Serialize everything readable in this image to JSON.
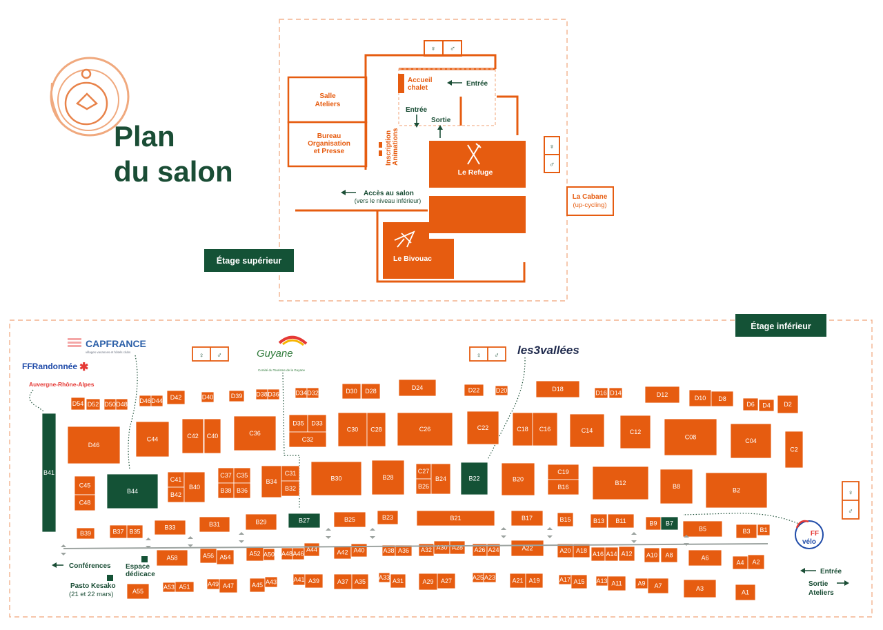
{
  "title": {
    "line1": "Plan",
    "line2": "du salon"
  },
  "colors": {
    "orange": "#e65c10",
    "green": "#145236",
    "dash": "#f3b28d"
  },
  "upper": {
    "badge": "Étage supérieur",
    "salle": [
      "Salle",
      "Ateliers"
    ],
    "bureau": [
      "Bureau",
      "Organisation",
      "et Presse"
    ],
    "accueil": [
      "Accueil",
      "chalet"
    ],
    "entree1": "Entrée",
    "entree2": "Entrée",
    "sortie": "Sortie",
    "inscription": [
      "Inscription",
      "Animations"
    ],
    "refuge": "Le Refuge",
    "bivouac": "Le Bivouac",
    "acces": "Accès au salon",
    "acces_sub": "(vers le niveau inférieur)",
    "cabane": "La Cabane",
    "cabane_sub": "(up-cycling)"
  },
  "lower": {
    "badge": "Étage inférieur",
    "conferences": "Conférences",
    "espace": [
      "Espace",
      "dédicace"
    ],
    "pasto": "Pasto Kesako",
    "pasto_sub": "(21 et 22 mars)",
    "entree": "Entrée",
    "sortie": [
      "Sortie",
      "Ateliers"
    ]
  },
  "logos": {
    "capfrance": "CAPFRANCE",
    "capfrance_sub": "villages vacances et hôtels clubs",
    "ffrando": "FFRandonnée",
    "ffrando_sub": "Auvergne-Rhône-Alpes",
    "guyane": "Guyane",
    "guyane_sub": "Comité du Tourisme de la Guyane",
    "vallees": "les3vallées",
    "ffvelo_1": "FF",
    "ffvelo_2": "vélo"
  },
  "icons": [
    "compass-icon",
    "restroom-icon",
    "fork-knife-icon",
    "deckchair-icon"
  ],
  "stands": [
    [
      "D54",
      "D52",
      "D50",
      "D48",
      "D46",
      "D44",
      "D42",
      "D40",
      "D39",
      "D38",
      "D36",
      "D34",
      "D32",
      "D30",
      "D28",
      "D24",
      "D22",
      "D20",
      "D18",
      "D16",
      "D14",
      "D12",
      "D10",
      "D8",
      "D6",
      "D4",
      "D2"
    ],
    [
      "D46",
      "C44",
      "C42",
      "C40",
      "C36",
      "D35",
      "D33",
      "C32",
      "C30",
      "C28",
      "C26",
      "C22",
      "C18",
      "C16",
      "C14",
      "C12",
      "C08",
      "C04",
      "C2"
    ],
    [
      "B41",
      "C45",
      "C48",
      "B44",
      "C41",
      "B42",
      "B40",
      "C37",
      "C35",
      "B38",
      "B36",
      "B34",
      "C31",
      "B32",
      "B30",
      "B28",
      "C27",
      "B26",
      "B24",
      "B22",
      "B20",
      "C19",
      "B16",
      "B12",
      "B8",
      "B2"
    ],
    [
      "B39",
      "B37",
      "B35",
      "B33",
      "B31",
      "B29",
      "B27",
      "B25",
      "B23",
      "B21",
      "B17",
      "B15",
      "B13",
      "B11",
      "B9",
      "B7",
      "B5",
      "B3",
      "B1"
    ],
    [
      "A58",
      "A56",
      "A54",
      "A52",
      "A50",
      "A48",
      "A46",
      "A44",
      "A42",
      "A40",
      "A38",
      "A36",
      "A32",
      "A30",
      "A28",
      "A26",
      "A24",
      "A22",
      "A20",
      "A18",
      "A16",
      "A14",
      "A12",
      "A10",
      "A8",
      "A6",
      "A4",
      "A2"
    ],
    [
      "A55",
      "A53",
      "A51",
      "A49",
      "A47",
      "A45",
      "A43",
      "A41",
      "A39",
      "A37",
      "A35",
      "A33",
      "A31",
      "A29",
      "A27",
      "A25",
      "A23",
      "A21",
      "A19",
      "A17",
      "A15",
      "A13",
      "A11",
      "A9",
      "A7",
      "A3",
      "A1"
    ]
  ],
  "sponsor_stands": [
    "B41",
    "B44",
    "B27",
    "B22",
    "B7"
  ]
}
